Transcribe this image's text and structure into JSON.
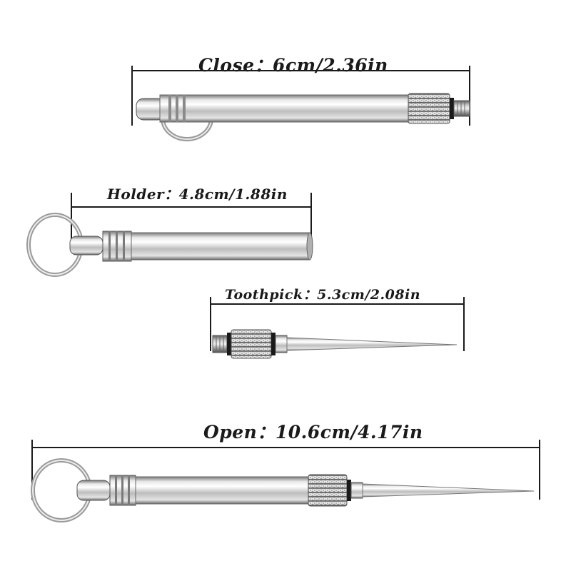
{
  "measurements": {
    "close": "Close：6cm/2.36in",
    "holder": "Holder：4.8cm/1.88in",
    "toothpick": "Toothpick：5.3cm/2.08in",
    "open": "Open：10.6cm/4.17in"
  },
  "colors": {
    "metal_light": "#f4f4f4",
    "metal_mid": "#bcbcbc",
    "metal_dark": "#6e6e6e",
    "oring": "#1a1a1a",
    "line": "#1a1a1a"
  },
  "icons": [
    "keychain-ring-icon"
  ]
}
